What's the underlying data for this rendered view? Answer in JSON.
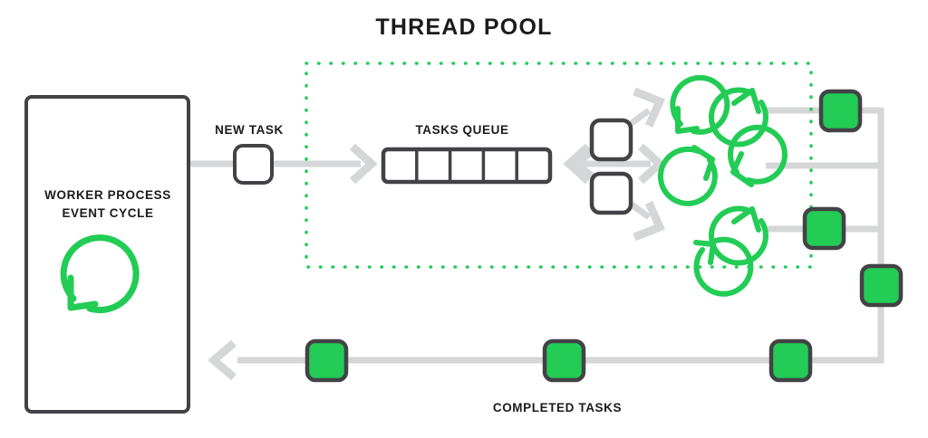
{
  "diagram": {
    "title": "THREAD POOL",
    "labels": {
      "new_task": "NEW TASK",
      "tasks_queue": "TASKS QUEUE",
      "completed_tasks": "COMPLETED TASKS",
      "worker_line_1": "WORKER PROCESS",
      "worker_line_2": "EVENT CYCLE"
    },
    "colors": {
      "green": "#22cc55",
      "outline": "#424247",
      "arrow_gray": "#d4d6d8",
      "text": "#1b1b1b",
      "background": "#ffffff"
    },
    "tasks_queue": {
      "cells": 5
    },
    "thread_pool": {
      "dispatch_squares": 2,
      "worker_rows": 3,
      "spinners_per_row": 2,
      "total_spinners": 6
    },
    "completed_boxes": {
      "on_worker_rows": 2,
      "on_return_path": 4,
      "total": 6
    },
    "worker_process": {
      "cycle_icon": "circular-arrow-counterclockwise"
    }
  }
}
